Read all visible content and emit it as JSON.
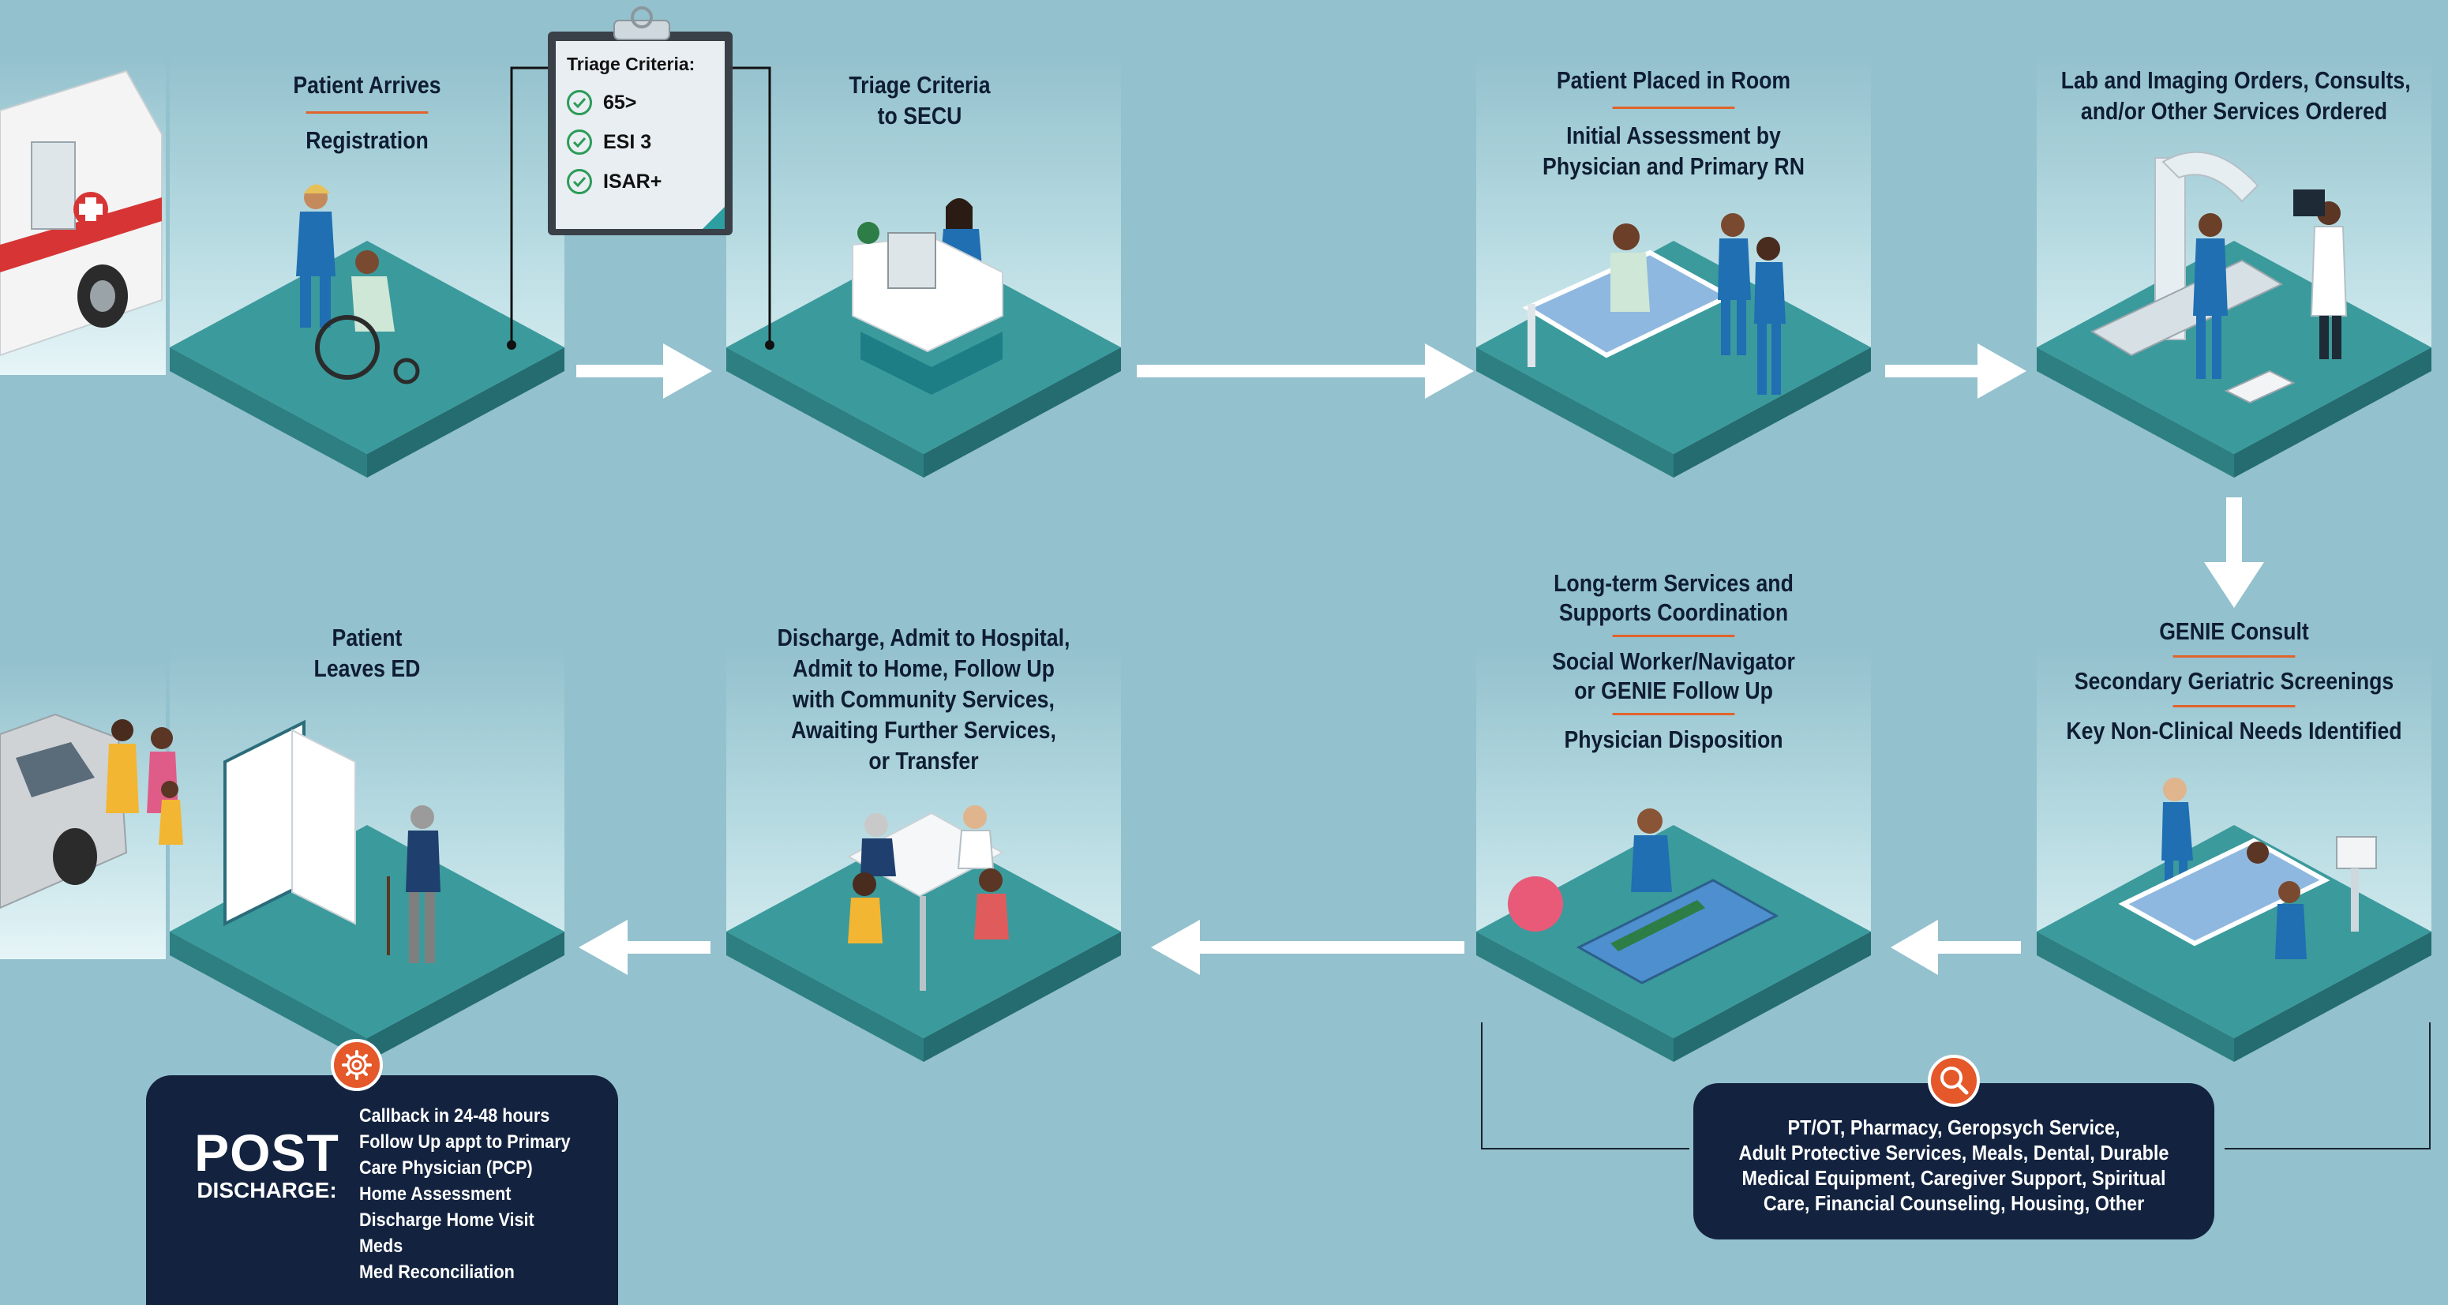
{
  "colors": {
    "background": "#93c1cd",
    "platform": "#3b9a9c",
    "accent_rule": "#e2622b",
    "navy_box": "#13233f",
    "badge": "#e5582a",
    "arrow": "#ffffff"
  },
  "steps": {
    "arrives": {
      "line1": "Patient Arrives",
      "line2": "Registration"
    },
    "triage_secu": {
      "line1": "Triage Criteria",
      "line2": "to SECU"
    },
    "placed": {
      "line1": "Patient Placed in Room",
      "line2": "Initial Assessment by",
      "line3": "Physician and Primary RN"
    },
    "orders": {
      "line1": "Lab and Imaging Orders, Consults,",
      "line2": "and/or Other Services Ordered"
    },
    "genie": {
      "line1": "GENIE Consult",
      "line2": "Secondary Geriatric Screenings",
      "line3": "Key Non-Clinical Needs Identified"
    },
    "ltss": {
      "line1": "Long-term Services and",
      "line2": "Supports Coordination",
      "line3": "Social Worker/Navigator",
      "line4": "or GENIE Follow Up",
      "line5": "Physician Disposition"
    },
    "discharge": {
      "line1": "Discharge, Admit to Hospital,",
      "line2": "Admit to Home, Follow Up",
      "line3": "with Community Services,",
      "line4": "Awaiting Further Services,",
      "line5": "or Transfer"
    },
    "leaves": {
      "line1": "Patient",
      "line2": "Leaves ED"
    }
  },
  "triage_card": {
    "title": "Triage Criteria:",
    "items": [
      "65>",
      "ESI 3",
      "ISAR+"
    ]
  },
  "post_discharge": {
    "big": "POST",
    "small": "DISCHARGE:",
    "items": [
      "Callback in 24-48 hours",
      "Follow Up appt to Primary",
      "Care Physician (PCP)",
      "Home Assessment",
      "Discharge Home Visit",
      "Meds",
      "Med Reconciliation"
    ],
    "icon": "gear-icon"
  },
  "services_box": {
    "lines": [
      "PT/OT, Pharmacy, Geropsych Service,",
      "Adult Protective Services, Meals, Dental, Durable",
      "Medical Equipment, Caregiver Support, Spiritual",
      "Care, Financial Counseling, Housing, Other"
    ],
    "icon": "search-icon"
  }
}
